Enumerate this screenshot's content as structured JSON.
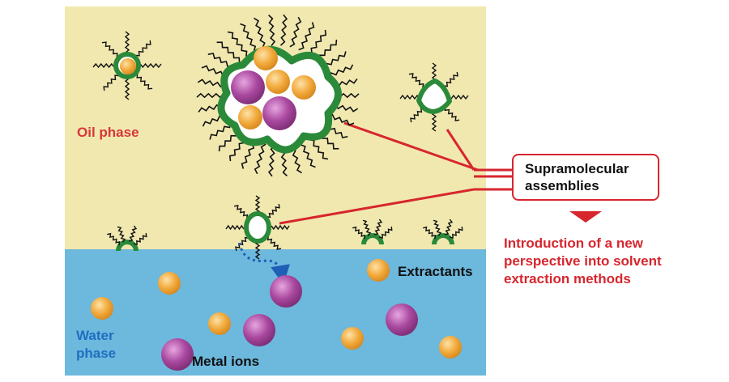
{
  "labels": {
    "oil_phase": "Oil phase",
    "water_phase_line1": "Water",
    "water_phase_line2": "phase",
    "extractants": "Extractants",
    "metal_ions": "Metal ions"
  },
  "callout": {
    "line1": "Supramolecular",
    "line2": "assemblies"
  },
  "conclusion": {
    "line1": "Introduction of a new",
    "line2": "perspective into solvent",
    "line3": "extraction methods"
  },
  "colors": {
    "oil": "#f1e8b0",
    "water": "#6db8dd",
    "extractant_ring": "#2a8a3a",
    "orange_ion": "#f0a030",
    "purple_ion": "#a04a9a",
    "accent_red": "#d7262e",
    "arrow_blue": "#1f5fb5"
  },
  "icons": [
    "triangle-down-icon",
    "dotted-arrow-icon"
  ]
}
